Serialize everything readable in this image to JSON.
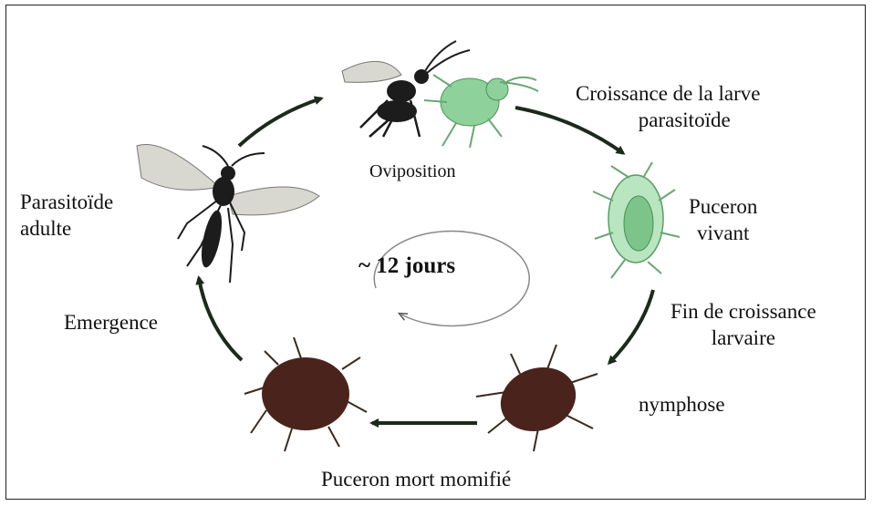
{
  "labels": {
    "croissance": "Croissance de la larve",
    "croissance2": "parasitoïde",
    "oviposition": "Oviposition",
    "puceron_vivant": "Puceron",
    "puceron_vivant2": "vivant",
    "fin_croissance": "Fin de croissance",
    "fin_croissance2": "larvaire",
    "nymphose": "nymphose",
    "mort_momifie": "Puceron mort momifié",
    "emergence": "Emergence",
    "parasitoide_adulte": "Parasitoïde",
    "parasitoide_adulte2": "adulte",
    "duration": "~ 12 jours"
  },
  "colors": {
    "aphid_green": "#8fd19a",
    "mummy_brown": "#4a241c",
    "arrow": "#1c2a1c",
    "wasp": "#1c1c1c",
    "wing": "#d8d8d0"
  },
  "icons": [
    "wasp-adult-icon",
    "ovipositing-wasp-icon",
    "live-aphid-icon",
    "parasitized-aphid-icon",
    "mummy-aphid-icon",
    "cycle-arrow-icon"
  ]
}
